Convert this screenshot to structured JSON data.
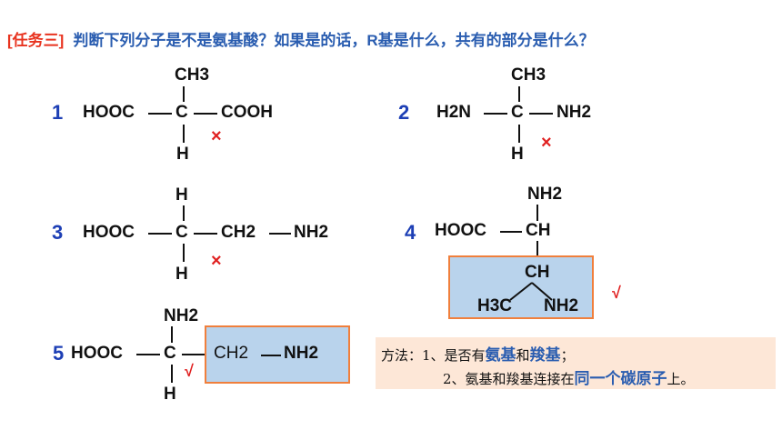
{
  "heading": {
    "tag": "[任务三]",
    "question": "判断下列分子是不是氨基酸？如果是的话，R基是什么，共有的部分是什么？"
  },
  "molecules": {
    "m1": {
      "num": "1",
      "left": "HOOC",
      "center": "C",
      "right": "COOH",
      "top": "CH3",
      "bottom": "H",
      "verdict": "×"
    },
    "m2": {
      "num": "2",
      "left": "H2N",
      "center": "C",
      "right": "NH2",
      "top": "CH3",
      "bottom": "H",
      "verdict": "×"
    },
    "m3": {
      "num": "3",
      "left": "HOOC",
      "center": "C",
      "mid": "CH2",
      "right": "NH2",
      "top": "H",
      "bottom": "H",
      "verdict": "×"
    },
    "m4": {
      "num": "4",
      "left": "HOOC",
      "center": "CH",
      "top": "NH2",
      "r_ch": "CH",
      "r_left": "H3C",
      "r_right": "NH2",
      "verdict": "√"
    },
    "m5": {
      "num": "5",
      "left": "HOOC",
      "center": "C",
      "top": "NH2",
      "bottom": "H",
      "r_mid": "CH2",
      "r_right": "NH2",
      "verdict": "√"
    }
  },
  "method": {
    "line1_prefix": "方法：1、是否有",
    "line1_h1": "氨基",
    "line1_mid": "和",
    "line1_h2": "羧基",
    "line1_end": "；",
    "line2_prefix": "2、氨基和羧基连接在",
    "line2_h": "同一个碳原子",
    "line2_end": "上。"
  }
}
